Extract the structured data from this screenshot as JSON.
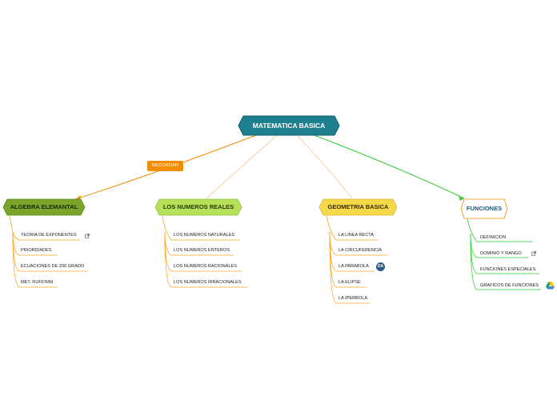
{
  "root": {
    "title": "MATEMATICA BASICA"
  },
  "relationship": {
    "label": "RECORDAR"
  },
  "branches": [
    {
      "title": "ALGEBRA ELEMANTAL",
      "items": [
        "TEORIA DE EXPONENTES",
        "PRIORIDADES",
        "ECUACIONES DE 200 GRADO",
        "MET. RUFFINNI"
      ]
    },
    {
      "title": "LOS NUMEROS REALES",
      "items": [
        "LOS NUMEROS NATURALES",
        "LOS NUMEROS ENTEROS",
        "LOS NUMEROS RACIONALES",
        "LOS NUMEROS IRRACIONALES"
      ]
    },
    {
      "title": "GEOMETRIA BASICA",
      "items": [
        "LA LINEA RECTA",
        "LA CIRCUFERENCIA",
        "LA PARABOLA",
        "LA ELIPSE",
        "LA IPERBOLA"
      ]
    },
    {
      "title": "FUNCIONES",
      "items": [
        "DEFINICION",
        "DOMINIO Y RANGO",
        "FUNCIONES ESPECIALES",
        "GRAFICOS DE FUNCIONES"
      ]
    }
  ],
  "badge": {
    "text": "DA"
  },
  "colors": {
    "root": "#1e7f8e",
    "orange": "#f5a623",
    "orange_line": "#f28c00",
    "green_line": "#33cc33",
    "algebra": "#7aa52a",
    "reales": "#a8d94e",
    "geometria": "#f5d94a"
  },
  "icons": [
    "external-link-icon",
    "google-drive-icon",
    "badge-icon"
  ]
}
